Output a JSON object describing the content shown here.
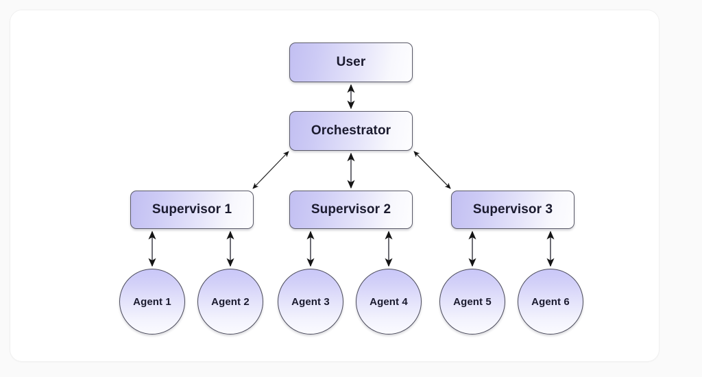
{
  "diagram": {
    "type": "hierarchy-flowchart",
    "title": "",
    "background_color": "#fafafa",
    "card_color": "#ffffff",
    "node_fill_start": "#c2bff2",
    "node_fill_end": "#fdfdff",
    "node_border_color": "#5a5a68",
    "text_color": "#1a1a2e",
    "edge_color": "#1a1a1a",
    "nodes": [
      {
        "id": "user",
        "label": "User",
        "shape": "rounded-rect",
        "level": 0
      },
      {
        "id": "orchestrator",
        "label": "Orchestrator",
        "shape": "rounded-rect",
        "level": 1
      },
      {
        "id": "supervisor-1",
        "label": "Supervisor 1",
        "shape": "rounded-rect",
        "level": 2
      },
      {
        "id": "supervisor-2",
        "label": "Supervisor 2",
        "shape": "rounded-rect",
        "level": 2
      },
      {
        "id": "supervisor-3",
        "label": "Supervisor 3",
        "shape": "rounded-rect",
        "level": 2
      },
      {
        "id": "agent-1",
        "label": "Agent 1",
        "shape": "circle",
        "level": 3
      },
      {
        "id": "agent-2",
        "label": "Agent 2",
        "shape": "circle",
        "level": 3
      },
      {
        "id": "agent-3",
        "label": "Agent 3",
        "shape": "circle",
        "level": 3
      },
      {
        "id": "agent-4",
        "label": "Agent 4",
        "shape": "circle",
        "level": 3
      },
      {
        "id": "agent-5",
        "label": "Agent 5",
        "shape": "circle",
        "level": 3
      },
      {
        "id": "agent-6",
        "label": "Agent 6",
        "shape": "circle",
        "level": 3
      }
    ],
    "edges": [
      {
        "from": "user",
        "to": "orchestrator",
        "direction": "bidirectional"
      },
      {
        "from": "orchestrator",
        "to": "supervisor-1",
        "direction": "bidirectional"
      },
      {
        "from": "orchestrator",
        "to": "supervisor-2",
        "direction": "bidirectional"
      },
      {
        "from": "orchestrator",
        "to": "supervisor-3",
        "direction": "bidirectional"
      },
      {
        "from": "supervisor-1",
        "to": "agent-1",
        "direction": "bidirectional"
      },
      {
        "from": "supervisor-1",
        "to": "agent-2",
        "direction": "bidirectional"
      },
      {
        "from": "supervisor-2",
        "to": "agent-3",
        "direction": "bidirectional"
      },
      {
        "from": "supervisor-2",
        "to": "agent-4",
        "direction": "bidirectional"
      },
      {
        "from": "supervisor-3",
        "to": "agent-5",
        "direction": "bidirectional"
      },
      {
        "from": "supervisor-3",
        "to": "agent-6",
        "direction": "bidirectional"
      }
    ]
  }
}
